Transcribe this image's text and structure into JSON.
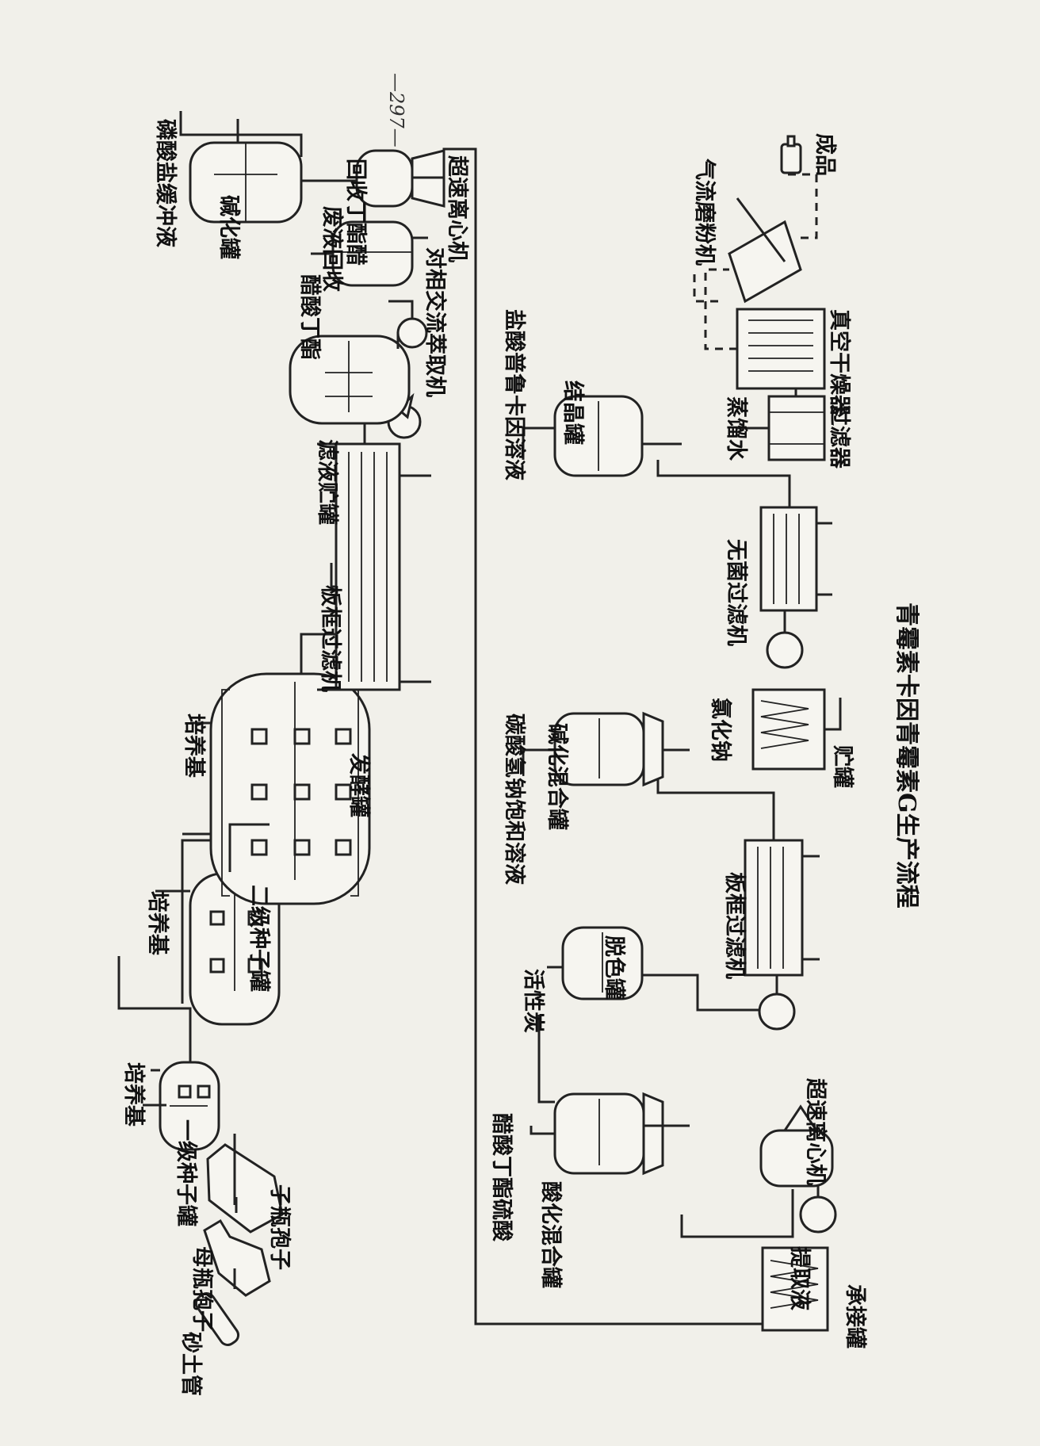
{
  "page_number": "—297—",
  "diagram_title": "青霉素卡因青霉素G生产流程",
  "labels": {
    "sand_tube": "砂土管",
    "mother_flask_spores": "母瓶孢子",
    "daughter_flask_spores": "子瓶孢子",
    "primary_seed_tank": "一级种子罐",
    "medium_1": "培养基",
    "medium_2": "培养基",
    "medium_3": "培养基",
    "secondary_seed_tank": "二级种子罐",
    "fermentation_tank": "发酵罐",
    "plate_frame_filter_top": "板框过滤机",
    "filtrate_storage_tank": "滤液贮罐",
    "butyl_acetate_top": "醋酸丁酯",
    "countercurrent_extractor": "对相交流萃取机",
    "waste_recovery": "废液回收",
    "recovered_butyl_acetate": "回收丁酯醋",
    "ultracentrifuge_top": "超速离心机",
    "alkalization_tank": "碱化罐",
    "phosphate_buffer": "磷酸盐缓冲液",
    "receiving_tank": "承接罐",
    "extract_liquid": "提取液",
    "butyl_acetate_sulfuric": "醋酸丁酯硫酸",
    "acidification_mixing_tank": "酸化混合罐",
    "ultracentrifuge_bottom": "超速离心机",
    "activated_carbon": "活性炭",
    "decolorization_tank": "脱色罐",
    "plate_frame_filter_bottom": "板框过滤机",
    "sodium_bicarbonate": "碳酸氢钠饱和溶液",
    "alkali_mixing_tank": "碱化混合罐",
    "sodium_chloride": "氯化钠",
    "storage_tank": "贮罐",
    "sterile_filter": "无菌过滤机",
    "procaine_solution": "盐酸普鲁卡因溶液",
    "crystallization_tank": "结晶罐",
    "distilled_water": "蒸馏水",
    "filter": "过滤器",
    "vacuum_dryer": "真空干燥器",
    "air_mill": "气流磨粉机",
    "product": "成品"
  }
}
